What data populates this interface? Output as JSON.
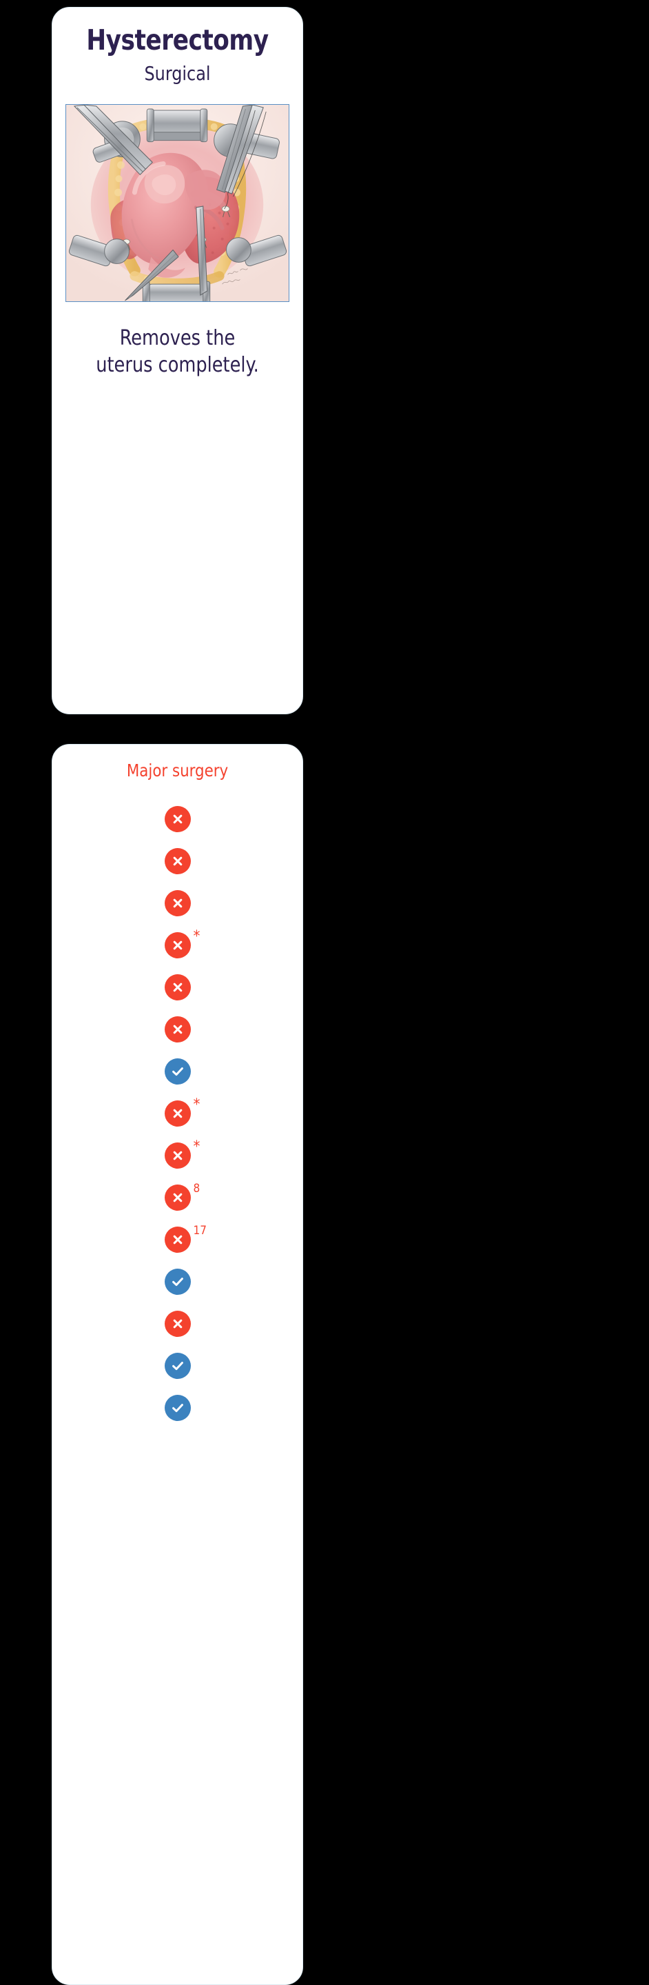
{
  "background_color": "#000000",
  "card_top": {
    "title": "Hysterectomy",
    "subtitle": "Surgical",
    "illustration": {
      "name": "hysterectomy-surgical-illustration",
      "alt": "Open abdominal surgical field showing the uterus retracted with clamps and forceps",
      "border_color": "#5b8fc4"
    },
    "description_line_1": "Removes the",
    "description_line_2": "uterus completely."
  },
  "card_bottom": {
    "heading": "Major surgery",
    "heading_color": "#f4422e",
    "no_color": "#f4422e",
    "yes_color": "#3b82bf",
    "rows": [
      {
        "status": "no",
        "icon": "x-circle-icon",
        "superscript": ""
      },
      {
        "status": "no",
        "icon": "x-circle-icon",
        "superscript": ""
      },
      {
        "status": "no",
        "icon": "x-circle-icon",
        "superscript": ""
      },
      {
        "status": "no",
        "icon": "x-circle-icon",
        "superscript": "*"
      },
      {
        "status": "no",
        "icon": "x-circle-icon",
        "superscript": ""
      },
      {
        "status": "no",
        "icon": "x-circle-icon",
        "superscript": ""
      },
      {
        "status": "yes",
        "icon": "check-circle-icon",
        "superscript": ""
      },
      {
        "status": "no",
        "icon": "x-circle-icon",
        "superscript": "*"
      },
      {
        "status": "no",
        "icon": "x-circle-icon",
        "superscript": "*"
      },
      {
        "status": "no",
        "icon": "x-circle-icon",
        "superscript": "8"
      },
      {
        "status": "no",
        "icon": "x-circle-icon",
        "superscript": "17"
      },
      {
        "status": "yes",
        "icon": "check-circle-icon",
        "superscript": ""
      },
      {
        "status": "no",
        "icon": "x-circle-icon",
        "superscript": ""
      },
      {
        "status": "yes",
        "icon": "check-circle-icon",
        "superscript": ""
      },
      {
        "status": "yes",
        "icon": "check-circle-icon",
        "superscript": ""
      }
    ]
  },
  "colors": {
    "title": "#2d2150",
    "accent_red": "#f4422e",
    "accent_blue": "#3b82bf",
    "image_border": "#5b8fc4",
    "card_border": "#dbeaf2"
  }
}
